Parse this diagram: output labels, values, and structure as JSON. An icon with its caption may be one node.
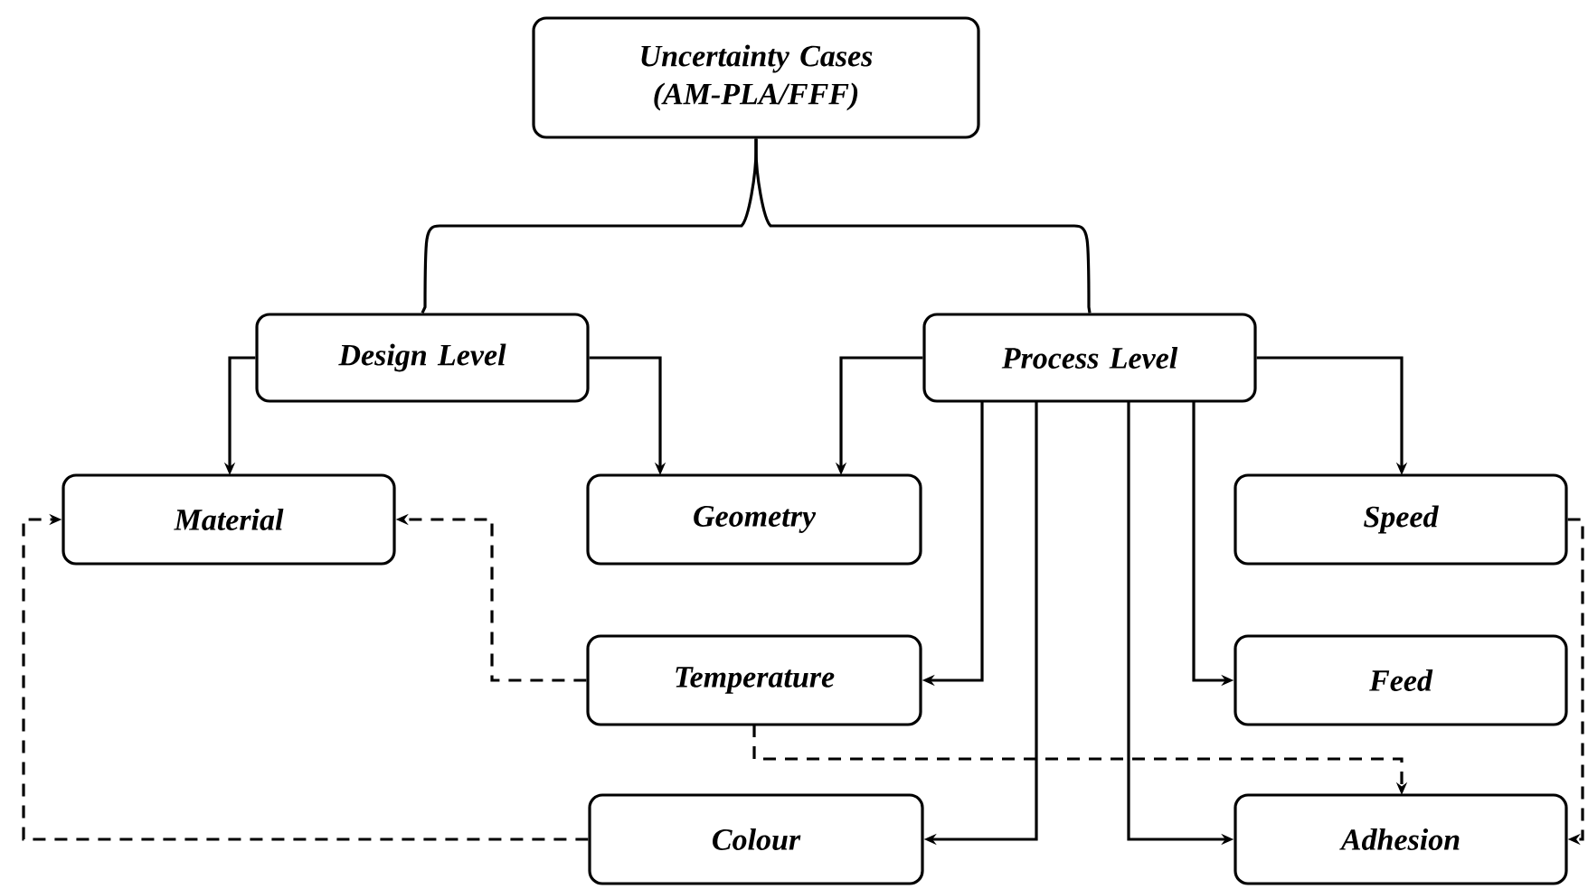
{
  "diagram": {
    "nodes": [
      {
        "text": [
          "Uncertainty Cases (AM-PLA/FFF)"
        ]
      },
      {
        "text": [
          "Design Level"
        ]
      },
      {
        "text": [
          "Process Level"
        ]
      },
      {
        "text": [
          "Material"
        ]
      },
      {
        "text": [
          "Geometry"
        ]
      },
      {
        "text": [
          "Speed"
        ]
      },
      {
        "text": [
          "Temperature"
        ]
      },
      {
        "text": [
          "Feed"
        ]
      },
      {
        "text": [
          "Colour"
        ]
      },
      {
        "text": [
          "Adhesion"
        ]
      }
    ],
    "edges": [
      {
        "from": 0,
        "to": 1,
        "arrow": "none"
      },
      {
        "from": 0,
        "to": 2,
        "arrow": "none"
      },
      {
        "from": 1,
        "to": 3,
        "arrow": "to"
      },
      {
        "from": 1,
        "to": 4,
        "arrow": "to"
      },
      {
        "from": 2,
        "to": 4,
        "arrow": "to"
      },
      {
        "from": 2,
        "to": 5,
        "arrow": "to"
      },
      {
        "from": 2,
        "to": 6,
        "arrow": "to"
      },
      {
        "from": 2,
        "to": 8,
        "arrow": "to"
      },
      {
        "from": 2,
        "to": 9,
        "arrow": "to"
      },
      {
        "from": 2,
        "to": 7,
        "arrow": "to"
      },
      {
        "from": 6,
        "to": 3,
        "arrow": "to",
        "style": "dashed"
      },
      {
        "from": 6,
        "to": 9,
        "arrow": "to",
        "style": "dashed"
      },
      {
        "from": 8,
        "to": 3,
        "arrow": "to",
        "style": "dashed"
      },
      {
        "from": 5,
        "to": 9,
        "arrow": "to",
        "style": "dashed"
      }
    ]
  }
}
